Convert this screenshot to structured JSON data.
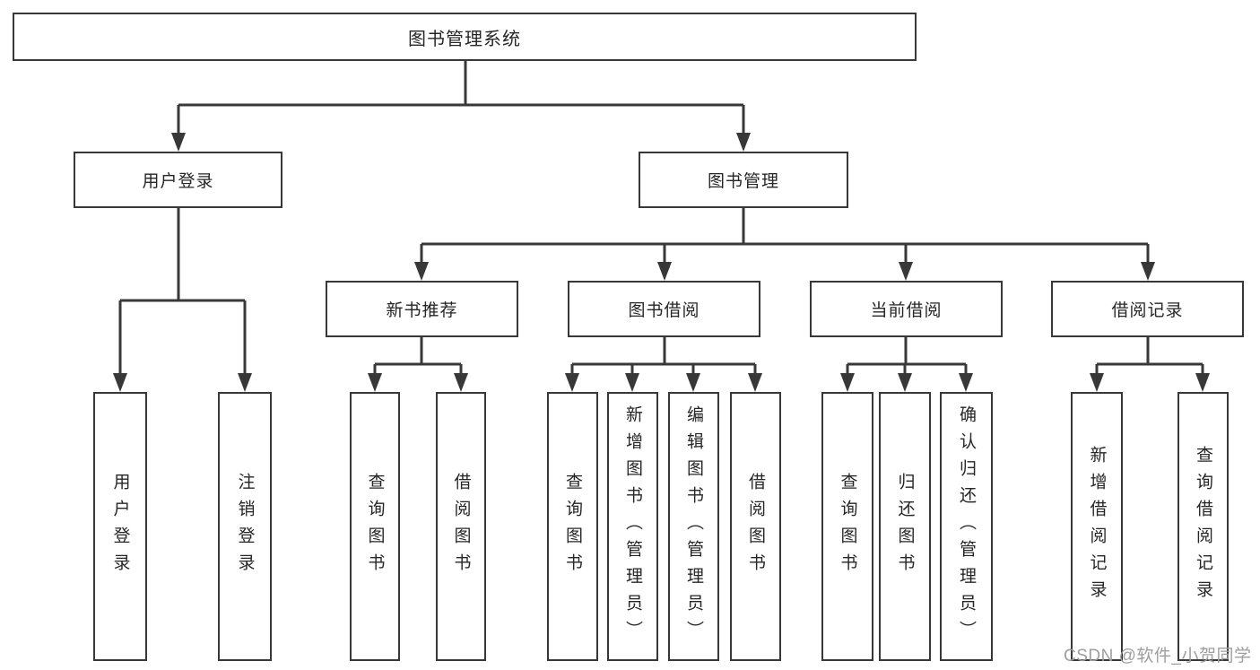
{
  "nodes": {
    "root": "图书管理系统",
    "level2": [
      "用户登录",
      "图书管理"
    ],
    "level3": [
      "新书推荐",
      "图书借阅",
      "当前借阅",
      "借阅记录"
    ],
    "leaves": [
      "用户登录",
      "注销登录",
      "查询图书",
      "借阅图书",
      "查询图书",
      "新增图书（管理员）",
      "编辑图书（管理员）",
      "借阅图书",
      "查询图书",
      "归还图书",
      "确认归还（管理员）",
      "新增借阅记录",
      "查询借阅记录"
    ]
  },
  "hierarchy": {
    "图书管理系统": [
      "用户登录",
      "图书管理"
    ],
    "用户登录": [
      "用户登录",
      "注销登录"
    ],
    "图书管理": [
      "新书推荐",
      "图书借阅",
      "当前借阅",
      "借阅记录"
    ],
    "新书推荐": [
      "查询图书",
      "借阅图书"
    ],
    "图书借阅": [
      "查询图书",
      "新增图书（管理员）",
      "编辑图书（管理员）",
      "借阅图书"
    ],
    "当前借阅": [
      "查询图书",
      "归还图书",
      "确认归还（管理员）"
    ],
    "借阅记录": [
      "新增借阅记录",
      "查询借阅记录"
    ]
  },
  "watermark": "CSDN @软件_小贺同学",
  "colors": {
    "line": "#383838",
    "text": "#262626",
    "box_background": "#ffffff",
    "watermark": "#9e9e9e",
    "background": "#ffffff"
  }
}
